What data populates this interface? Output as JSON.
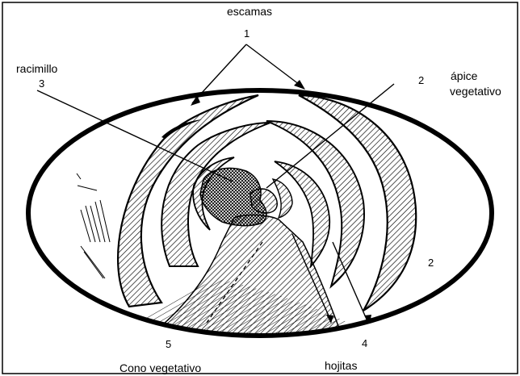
{
  "labels": {
    "escamas": "escamas",
    "escamas_num": "1",
    "racimillo": "racimillo",
    "racimillo_num": "3",
    "apice_line1": "ápice",
    "apice_line2": "vegetativo",
    "apice_num": "2",
    "right_num": "2",
    "cono": "Cono vegetativo",
    "cono_num": "5",
    "hojitas": "hojitas",
    "hojitas_num": "4"
  }
}
